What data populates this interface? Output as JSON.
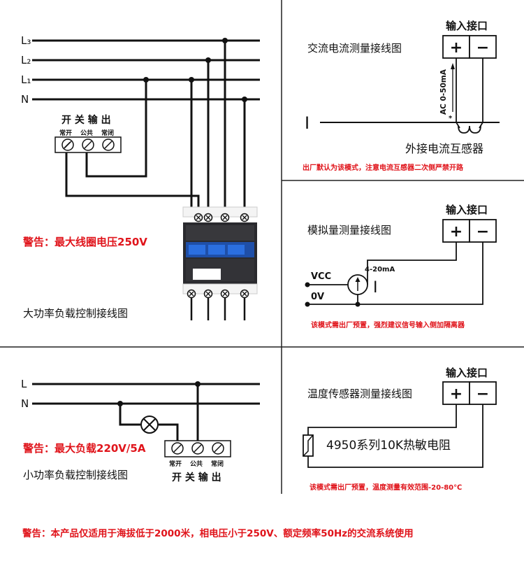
{
  "panel1": {
    "lines": [
      "L₃",
      "L₂",
      "L₁",
      "N"
    ],
    "switch_title": "开 关 输 出",
    "terminal_labels": [
      "常开",
      "公共",
      "常闭"
    ],
    "warning": "警告：最大线圈电压250V",
    "caption": "大功率负载控制接线图"
  },
  "panel2": {
    "title": "交流电流测量接线图",
    "input_label": "输入接口",
    "plus": "+",
    "minus": "−",
    "range": "AC 0-50mA",
    "star": "*",
    "current_symbol": "I",
    "ct_label": "外接电流互感器",
    "note": "出厂默认为该模式，注意电流互感器二次侧严禁开路"
  },
  "panel3": {
    "title": "模拟量测量接线图",
    "input_label": "输入接口",
    "plus": "+",
    "minus": "−",
    "source_range": "4-20mA",
    "vcc": "VCC",
    "zero_v": "0V",
    "current_symbol": "I",
    "note": "该模式需出厂预置，强烈建议信号输入侧加隔离器"
  },
  "panel4": {
    "lines": [
      "L",
      "N"
    ],
    "warning": "警告：最大负载220V/5A",
    "terminal_labels": [
      "常开",
      "公共",
      "常闭"
    ],
    "caption": "小功率负载控制接线图",
    "switch_title": "开 关 输 出"
  },
  "panel5": {
    "title": "温度传感器测量接线图",
    "input_label": "输入接口",
    "plus": "+",
    "minus": "−",
    "sensor_label": "4950系列10K热敏电阻",
    "note": "该模式需出厂预置，温度测量有效范围-20-80℃"
  },
  "footer": {
    "warning": "警告：本产品仅适用于海拔低于2000米，相电压小于250V、额定频率50Hz的交流系统使用"
  }
}
